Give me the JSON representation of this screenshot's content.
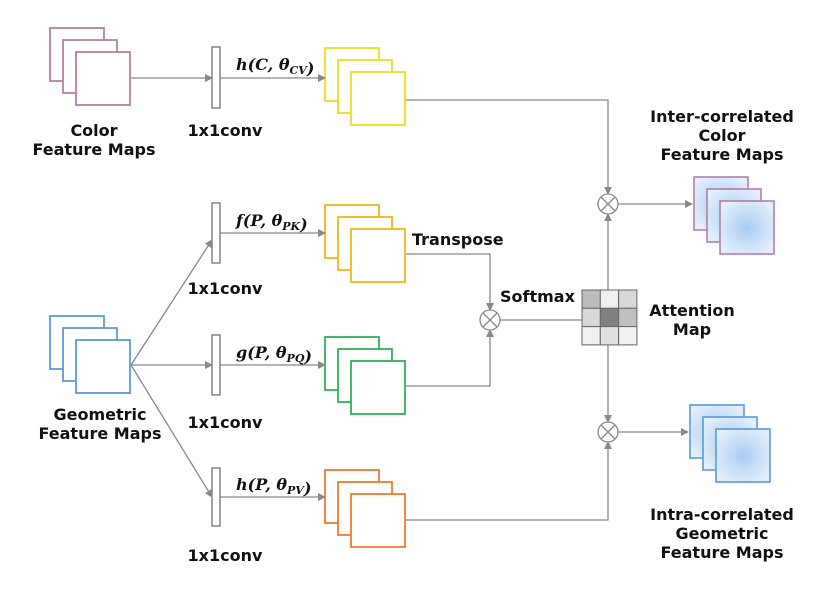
{
  "inputs": {
    "color": {
      "line1": "Color",
      "line2": "Feature Maps",
      "border": "#b57fa6"
    },
    "geometric": {
      "line1": "Geometric",
      "line2": "Feature Maps",
      "border": "#5b9bd5"
    }
  },
  "conv_label": "1x1conv",
  "branches": [
    {
      "fn": "h",
      "arg": "C",
      "sub": "CV",
      "border": "#e8e020"
    },
    {
      "fn": "f",
      "arg": "P",
      "sub": "PK",
      "border": "#f2b61c"
    },
    {
      "fn": "g",
      "arg": "P",
      "sub": "PQ",
      "border": "#2db35a"
    },
    {
      "fn": "h",
      "arg": "P",
      "sub": "PV",
      "border": "#f07a30"
    }
  ],
  "transpose_label": "Transpose",
  "softmax_label": "Softmax",
  "attention": {
    "line1": "Attention",
    "line2": "Map",
    "cells": [
      "#bbbbbb",
      "#f0f0f0",
      "#d8d8d8",
      "#d8d8d8",
      "#808080",
      "#c0c0c0",
      "#f0f0f0",
      "#e0e0e0",
      "#f0f0f0"
    ]
  },
  "outputs": {
    "inter": {
      "line1": "Inter-correlated",
      "line2": "Color",
      "line3": "Feature Maps",
      "border": "#b57fa6"
    },
    "intra": {
      "line1": "Intra-correlated",
      "line2": "Geometric",
      "line3": "Feature Maps",
      "border": "#5b9bd5"
    }
  }
}
